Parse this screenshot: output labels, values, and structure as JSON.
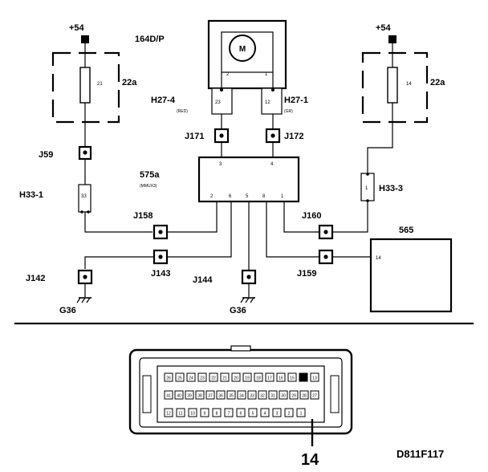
{
  "supply_left": "+54",
  "supply_right": "+54",
  "motor": {
    "name": "164D/P",
    "symbol": "M",
    "pin_left": "2",
    "pin_right": "1"
  },
  "fuse_left": {
    "name": "22a",
    "number": "21"
  },
  "fuse_right": {
    "name": "22a",
    "number": "14"
  },
  "connectors": {
    "h27_4": {
      "name": "H27-4",
      "sub": "(RED)",
      "pin": "23"
    },
    "h27_1": {
      "name": "H27-1",
      "sub": "(GR)",
      "pin": "12"
    },
    "h33_1": {
      "name": "H33-1",
      "pin": "33"
    },
    "h33_3": {
      "name": "H33-3",
      "pin": "1"
    }
  },
  "joints": {
    "j59": "J59",
    "j171": "J171",
    "j172": "J172",
    "j158": "J158",
    "j160": "J160",
    "j142": "J142",
    "j143": "J143",
    "j144": "J144",
    "j159": "J159"
  },
  "module_575a": {
    "name": "575a",
    "sub": "(MMUX3)",
    "pins_top": [
      "3",
      "4"
    ],
    "pins_bottom": [
      "2",
      "6",
      "5",
      "8",
      "1"
    ]
  },
  "module_565": {
    "name": "565",
    "pin": "14"
  },
  "grounds": {
    "left": "G36",
    "center": "G36"
  },
  "dlc": {
    "pin_label": "14",
    "row1": [
      "26",
      "25",
      "24",
      "23",
      "22",
      "21",
      "20",
      "19",
      "18",
      "17",
      "16",
      "15",
      "14",
      "13"
    ],
    "row2": [
      "41",
      "40",
      "39",
      "38",
      "37",
      "36",
      "35",
      "34",
      "33",
      "32",
      "31",
      "30",
      "29",
      "28",
      "27"
    ],
    "row3": [
      "12",
      "11",
      "10",
      "9",
      "8",
      "7",
      "6",
      "5",
      "4",
      "3",
      "2",
      "1"
    ]
  },
  "figure_id": "D811F117"
}
